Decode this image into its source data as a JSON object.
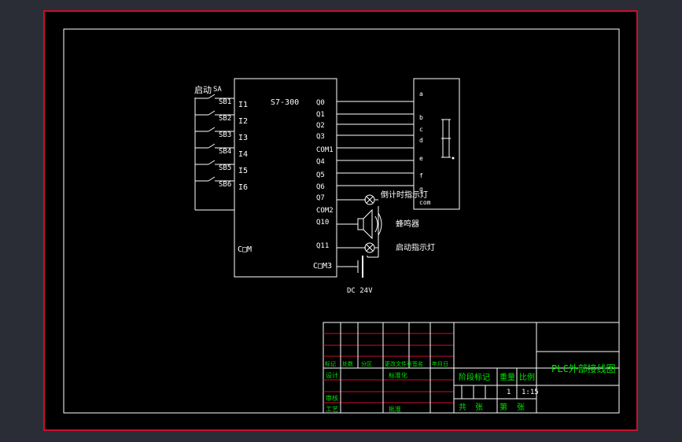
{
  "plc": {
    "model": "S7-300",
    "inputs": [
      "I1",
      "I2",
      "I3",
      "I4",
      "I5",
      "I6"
    ],
    "input_common": "C□M",
    "outputs": [
      "Q0",
      "Q1",
      "Q2",
      "Q3",
      "COM1",
      "Q4",
      "Q5",
      "Q6",
      "Q7",
      "COM2",
      "Q10",
      "Q11"
    ],
    "output_common": "C□M3"
  },
  "switches": {
    "start_label": "启动",
    "switch_labels": [
      "SA",
      "SB1",
      "SB2",
      "SB3",
      "SB4",
      "SB5",
      "SB6"
    ]
  },
  "display": {
    "segments": [
      "a",
      "b",
      "c",
      "d",
      "e",
      "f",
      "g",
      "com"
    ]
  },
  "loads": {
    "lamp_countdown": "倒计时指示灯",
    "buzzer": "蜂鸣器",
    "lamp_start": "启动指示灯",
    "power": "DC 24V"
  },
  "title_block": {
    "drawing_title": "PLC外部接线图",
    "rev_headers": [
      "标记",
      "处数",
      "分区",
      "更改文件号",
      "签名",
      "年月日"
    ],
    "design": "设计",
    "standardization": "标准化",
    "review": "审核",
    "process": "工艺",
    "approve": "批准",
    "stage_mark": "阶段标记",
    "weight": "重量",
    "scale": "比例",
    "weight_value": "1",
    "scale_value": "1:15",
    "total": "共",
    "sheet_word": "张",
    "page": "第"
  },
  "colors": {
    "line": "#ffffff",
    "text_white": "#ffffff",
    "text_green": "#00e600",
    "border_red": "#c8102e"
  }
}
